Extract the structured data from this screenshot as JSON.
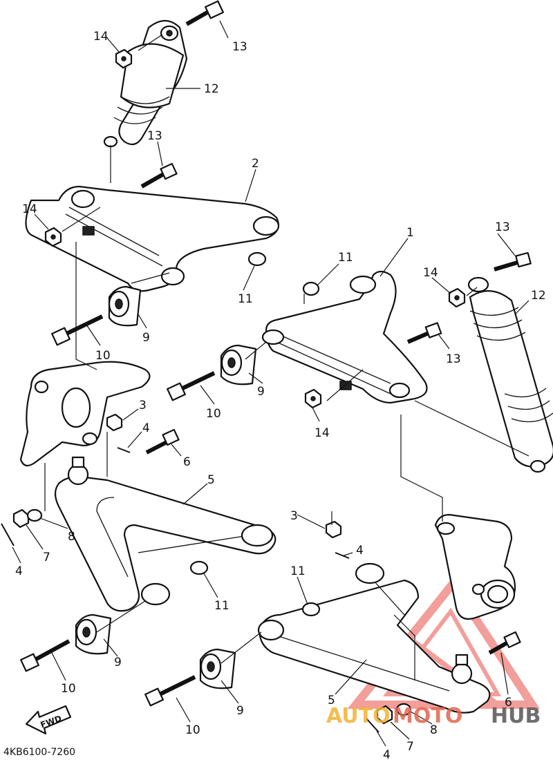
{
  "diagram": {
    "code": "4KB6100-7260",
    "fwd_label": "FWD",
    "labels": {
      "p1": "1",
      "p2": "2",
      "p3": "3",
      "p4": "4",
      "p5": "5",
      "p6": "6",
      "p7": "7",
      "p8": "8",
      "p9": "9",
      "p10": "10",
      "p11": "11",
      "p12": "12",
      "p13": "13",
      "p14": "14"
    }
  },
  "watermark": {
    "text_left": "AUTO",
    "text_mid": "MOTO",
    "text_right": "HUB",
    "color_left": "#f2b232",
    "color_mid": "#e0664f",
    "color_right": "#555555"
  }
}
